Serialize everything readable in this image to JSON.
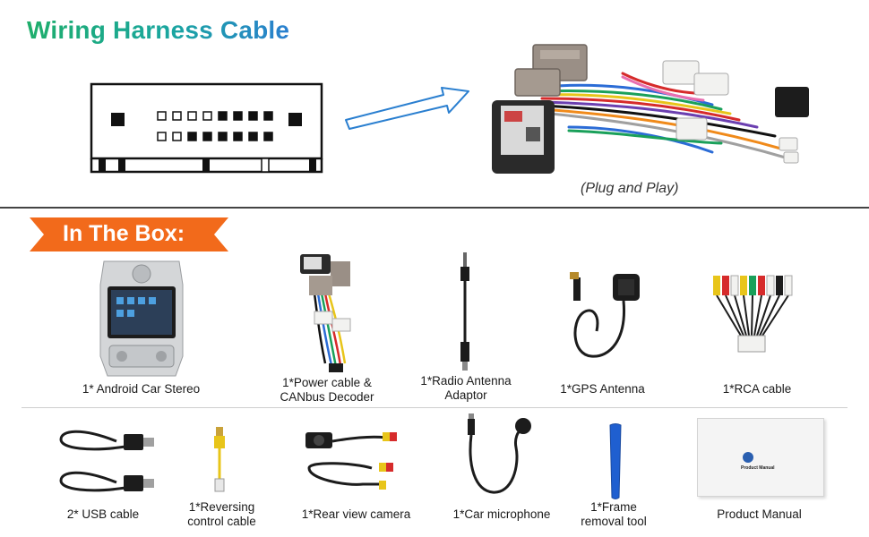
{
  "header": {
    "title": "Wiring Harness Cable",
    "plug_caption": "(Plug and Play)"
  },
  "box": {
    "label": "In The Box:",
    "row1": [
      {
        "label": "1* Android Car Stereo"
      },
      {
        "label_line1": "1*Power cable &",
        "label_line2": "CANbus Decoder"
      },
      {
        "label_line1": "1*Radio Antenna",
        "label_line2": "Adaptor"
      },
      {
        "label": "1*GPS Antenna"
      },
      {
        "label": "1*RCA  cable"
      }
    ],
    "row2": [
      {
        "label": "2* USB cable"
      },
      {
        "label_line1": "1*Reversing",
        "label_line2": "control cable"
      },
      {
        "label": "1*Rear view camera"
      },
      {
        "label": "1*Car microphone"
      },
      {
        "label_line1": "1*Frame",
        "label_line2": "removal tool"
      },
      {
        "label": "Product Manual"
      }
    ],
    "manual_cover_text": "Product Manual"
  },
  "colors": {
    "title_gradient": [
      "#1fae6b",
      "#2a7fd0"
    ],
    "badge": "#f26a1b",
    "arrow": "#2a7fd0"
  }
}
